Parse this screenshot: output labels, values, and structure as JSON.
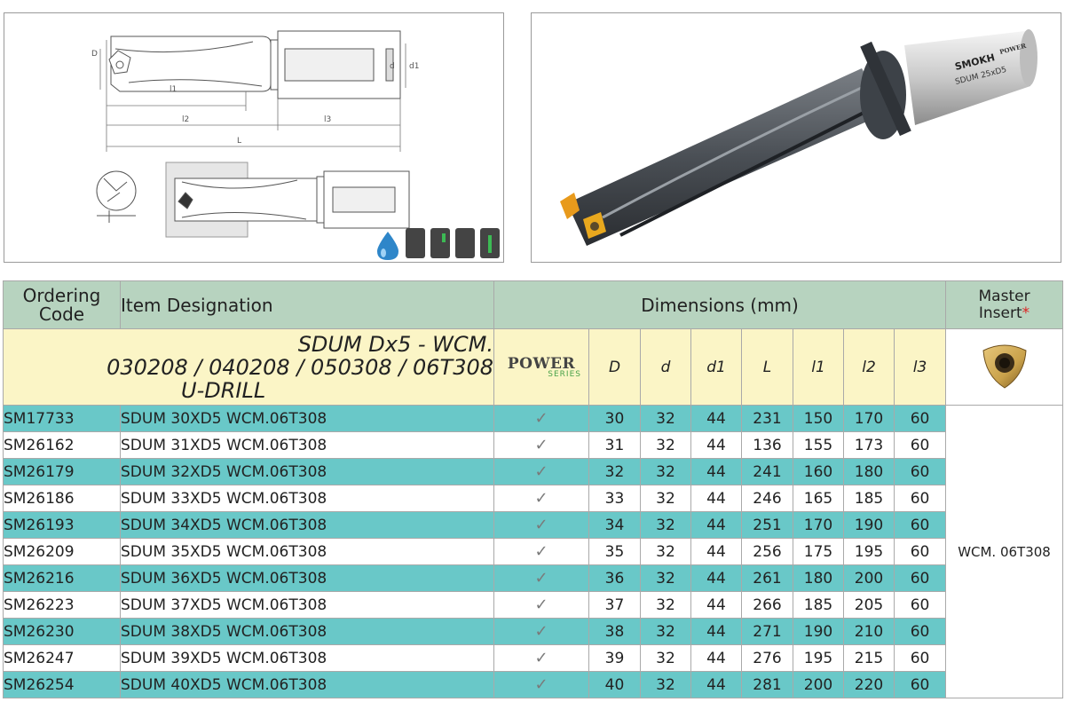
{
  "drawing": {
    "labels": {
      "D": "D",
      "d": "d",
      "d1": "d1",
      "l1": "l1",
      "l2": "l2",
      "l3": "l3",
      "L": "L"
    }
  },
  "product_photo": {
    "brand": "SMOKH",
    "marking": "SDUM 25xD5",
    "series_mark": "POWER"
  },
  "table": {
    "headers": {
      "ordering_line1": "Ordering",
      "ordering_line2": "Code",
      "item": "Item Designation",
      "dimensions": "Dimensions (mm)",
      "master_line1": "Master",
      "master_line2": "Insert",
      "master_star": "*"
    },
    "family": {
      "line1": "SDUM Dx5 - WCM.",
      "line2": "030208 / 040208 / 050308 / 06T308",
      "line3": "U-DRILL"
    },
    "series_logo": {
      "word": "POWER",
      "sub": "SERIES"
    },
    "dim_columns": [
      "D",
      "d",
      "d1",
      "L",
      "l1",
      "l2",
      "l3"
    ],
    "rows": [
      {
        "code": "SM17733",
        "designation": "SDUM 30XD5 WCM.06T308",
        "check": "✓",
        "D": "30",
        "d": "32",
        "d1": "44",
        "L": "231",
        "l1": "150",
        "l2": "170",
        "l3": "60"
      },
      {
        "code": "SM26162",
        "designation": "SDUM 31XD5 WCM.06T308",
        "check": "✓",
        "D": "31",
        "d": "32",
        "d1": "44",
        "L": "136",
        "l1": "155",
        "l2": "173",
        "l3": "60"
      },
      {
        "code": "SM26179",
        "designation": "SDUM 32XD5 WCM.06T308",
        "check": "✓",
        "D": "32",
        "d": "32",
        "d1": "44",
        "L": "241",
        "l1": "160",
        "l2": "180",
        "l3": "60"
      },
      {
        "code": "SM26186",
        "designation": "SDUM 33XD5 WCM.06T308",
        "check": "✓",
        "D": "33",
        "d": "32",
        "d1": "44",
        "L": "246",
        "l1": "165",
        "l2": "185",
        "l3": "60"
      },
      {
        "code": "SM26193",
        "designation": "SDUM 34XD5 WCM.06T308",
        "check": "✓",
        "D": "34",
        "d": "32",
        "d1": "44",
        "L": "251",
        "l1": "170",
        "l2": "190",
        "l3": "60"
      },
      {
        "code": "SM26209",
        "designation": "SDUM 35XD5 WCM.06T308",
        "check": "✓",
        "D": "35",
        "d": "32",
        "d1": "44",
        "L": "256",
        "l1": "175",
        "l2": "195",
        "l3": "60"
      },
      {
        "code": "SM26216",
        "designation": "SDUM 36XD5 WCM.06T308",
        "check": "✓",
        "D": "36",
        "d": "32",
        "d1": "44",
        "L": "261",
        "l1": "180",
        "l2": "200",
        "l3": "60"
      },
      {
        "code": "SM26223",
        "designation": "SDUM 37XD5 WCM.06T308",
        "check": "✓",
        "D": "37",
        "d": "32",
        "d1": "44",
        "L": "266",
        "l1": "185",
        "l2": "205",
        "l3": "60"
      },
      {
        "code": "SM26230",
        "designation": "SDUM 38XD5 WCM.06T308",
        "check": "✓",
        "D": "38",
        "d": "32",
        "d1": "44",
        "L": "271",
        "l1": "190",
        "l2": "210",
        "l3": "60"
      },
      {
        "code": "SM26247",
        "designation": "SDUM 39XD5 WCM.06T308",
        "check": "✓",
        "D": "39",
        "d": "32",
        "d1": "44",
        "L": "276",
        "l1": "195",
        "l2": "215",
        "l3": "60"
      },
      {
        "code": "SM26254",
        "designation": "SDUM 40XD5 WCM.06T308",
        "check": "✓",
        "D": "40",
        "d": "32",
        "d1": "44",
        "L": "281",
        "l1": "200",
        "l2": "220",
        "l3": "60"
      }
    ],
    "master_insert": "WCM. 06T308"
  },
  "colors": {
    "header_bg": "#b7d3bf",
    "family_bg": "#fbf5c6",
    "teal_row": "#69c8c8",
    "insert_gold": "#c9a14a"
  },
  "icons": [
    "coolant-drop-icon",
    "insert-block-icons"
  ]
}
